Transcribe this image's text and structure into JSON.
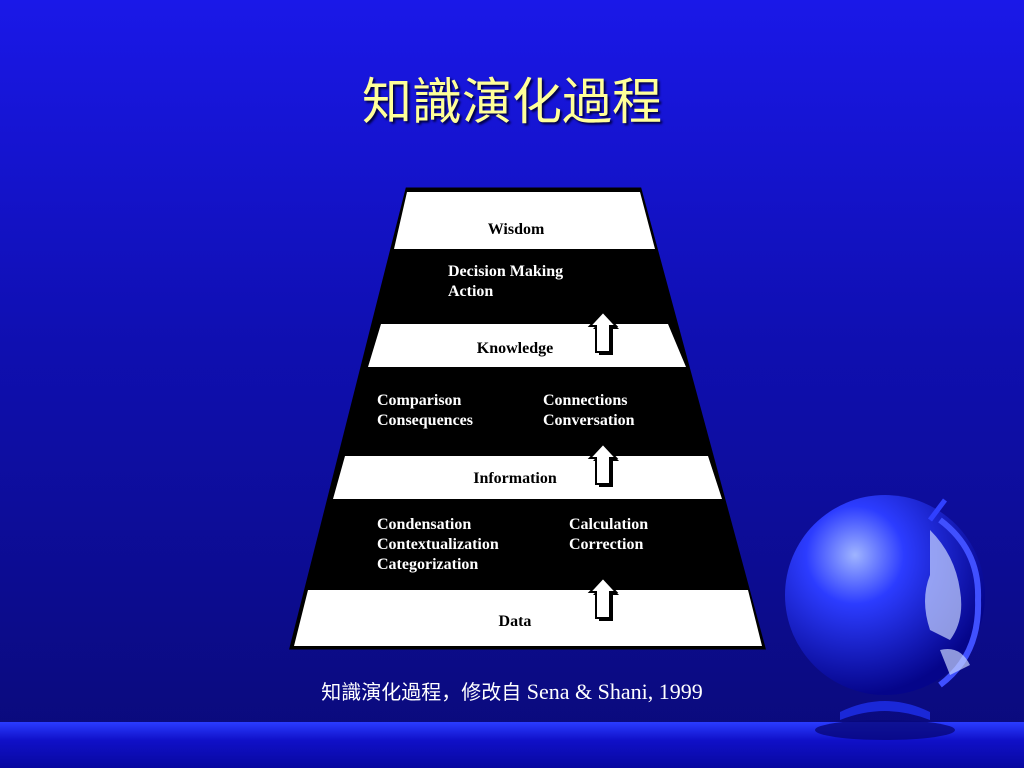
{
  "title": "知識演化過程",
  "pyramid": {
    "levels": {
      "wisdom": "Wisdom",
      "knowledge": "Knowledge",
      "information": "Information",
      "data": "Data"
    },
    "processes": {
      "top": [
        "Decision Making",
        "Action"
      ],
      "middle_left": [
        "Comparison",
        "Consequences"
      ],
      "middle_right": [
        "Connections",
        "Conversation"
      ],
      "bottom_left": [
        "Condensation",
        "Contextualization",
        "Categorization"
      ],
      "bottom_right": [
        "Calculation",
        "Correction"
      ]
    }
  },
  "caption": {
    "chinese": "知識演化過程，修改自",
    "source": "Sena & Shani, 1999"
  },
  "colors": {
    "title": "#ffff99",
    "background": "#1414d0",
    "band_dark": "#000000",
    "band_light": "#ffffff"
  },
  "icons": [
    "up-arrow-icon",
    "globe-icon"
  ]
}
